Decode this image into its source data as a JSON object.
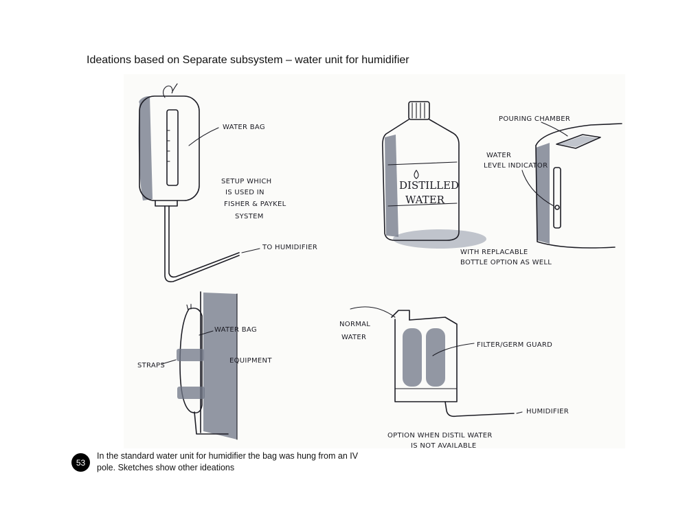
{
  "title": "Ideations based on Separate subsystem – water unit for humidifier",
  "sketch_labels": {
    "water_bag_1": "WATER BAG",
    "setup_line1": "SETUP WHICH",
    "setup_line2": "IS USED IN",
    "setup_line3": "FISHER & PAYKEL",
    "setup_line4": "SYSTEM",
    "to_humidifier": "TO HUMIDIFIER",
    "distilled_line1": "DISTILLED",
    "distilled_line2": "WATER",
    "pouring_chamber": "POURING CHAMBER",
    "water_level_line1": "WATER",
    "water_level_line2": "LEVEL INDICATOR",
    "replaceable_line1": "WITH REPLACABLE",
    "replaceable_line2": "BOTTLE OPTION AS WELL",
    "water_bag_2": "WATER BAG",
    "straps": "STRAPS",
    "equipment": "EQUIPMENT",
    "normal_line1": "NORMAL",
    "normal_line2": "WATER",
    "filter_germ_guard": "FILTER/GERM GUARD",
    "humidifier": "HUMIDIFIER",
    "option_line1": "OPTION WHEN DISTIL WATER",
    "option_line2": "IS NOT AVAILABLE"
  },
  "page_number": "53",
  "caption": "In the standard water unit for humidifier the bag was hung from an IV pole. Sketches show other ideations"
}
